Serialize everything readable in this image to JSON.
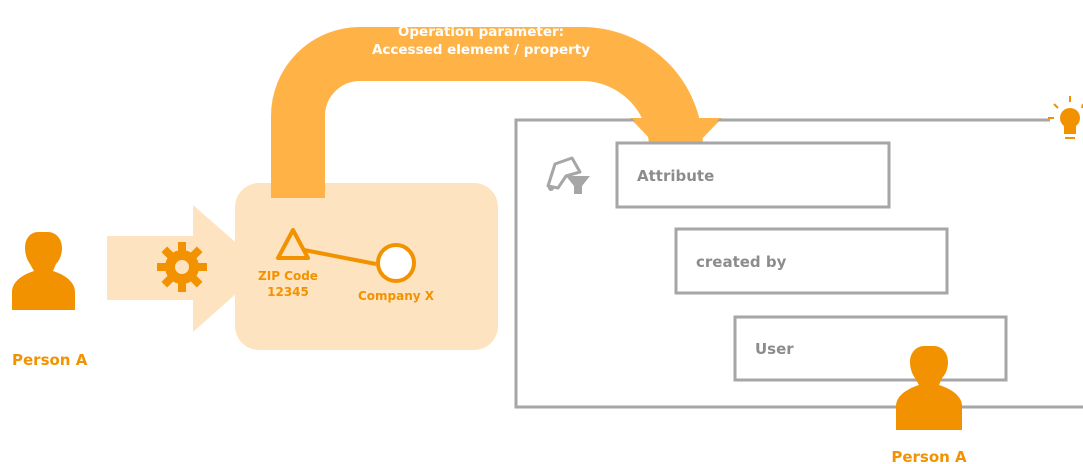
{
  "diagram": {
    "person_left": {
      "label": "Person A"
    },
    "person_right": {
      "label": "Person A"
    },
    "arc_label": {
      "line1": "Operation parameter:",
      "line2": "Accessed element / property"
    },
    "node_zip": {
      "line1": "ZIP Code",
      "line2": "12345"
    },
    "node_company": {
      "label": "Company X"
    },
    "boxes": [
      {
        "label": "Attribute"
      },
      {
        "label": "created by"
      },
      {
        "label": "User"
      }
    ],
    "icons": {
      "gear": "gear-icon",
      "filter": "filter-icon",
      "lightbulb": "lightbulb-icon",
      "person": "person-icon"
    },
    "colors": {
      "accent": "#F39200",
      "accent_light": "#FDE3BF",
      "arc": "#FFB347",
      "box_border": "#A6A6A6",
      "box_text": "#8C8C8C"
    }
  }
}
